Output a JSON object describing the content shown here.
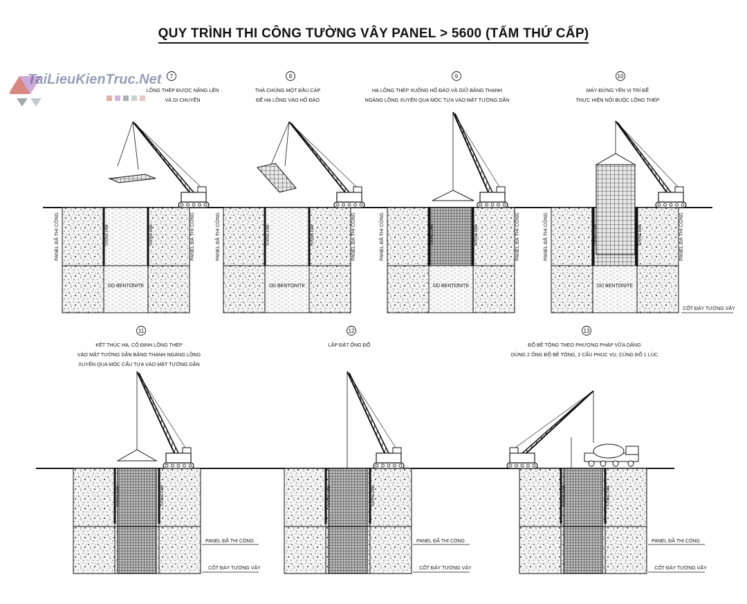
{
  "title": "QUY TRÌNH THI CÔNG TƯỜNG VÂY PANEL > 5600 (TẤM THỨ CẤP)",
  "logo": {
    "text": "TaiLieuKienTruc.Net",
    "colors": [
      "#c0392b",
      "#8e44ad",
      "#2c3e50",
      "#7f8c8d"
    ]
  },
  "labels": {
    "panel_done": "PANEL ĐÃ THI CÔNG",
    "bentonite": "DD BENTONITE",
    "wall_base": "CỐT ĐÁY TƯỜNG VÂY",
    "guide_wall": "TƯỜNG DẪN"
  },
  "steps": [
    {
      "num": "7",
      "lines": [
        "LỒNG THÉP ĐƯỢC NÂNG LÊN",
        "VÀ DI CHUYỂN"
      ]
    },
    {
      "num": "8",
      "lines": [
        "THẢ CHÙNG MỘT ĐẦU CÁP",
        "ĐỂ HẠ LỒNG VÀO HỐ ĐÀO"
      ]
    },
    {
      "num": "9",
      "lines": [
        "HẠ LỒNG THÉP XUỐNG HỐ ĐÀO VÀ GIỮ BẰNG THANH",
        "NGÁNG LỒNG XUYÊN QUA MÓC TỰA VÀO MẶT TƯỜNG DẪN"
      ]
    },
    {
      "num": "10",
      "lines": [
        "MÁY ĐỨNG YÊN VỊ TRÍ ĐỂ",
        "THỰC HIỆN NỐI BUỘC LỒNG THÉP"
      ]
    },
    {
      "num": "11",
      "lines": [
        "KẾT THÚC HẠ, CỐ ĐỊNH LỒNG THÉP",
        "VÀO MẶT TƯỜNG DẪN BẰNG THANH NGÁNG LỒNG",
        "XUYÊN QUA MÓC CẨU TỰA VÀO MẶT TƯỜNG DẪN"
      ]
    },
    {
      "num": "12",
      "lines": [
        "LẮP ĐẶT ỐNG ĐỔ"
      ]
    },
    {
      "num": "13",
      "lines": [
        "ĐỔ BÊ TÔNG THEO PHƯƠNG PHÁP VỮA DÂNG",
        "DÙNG 2 ỐNG ĐỔ BÊ TÔNG, 2 CẨU PHỤC VỤ, CÙNG ĐỔ 1 LÚC"
      ]
    }
  ]
}
